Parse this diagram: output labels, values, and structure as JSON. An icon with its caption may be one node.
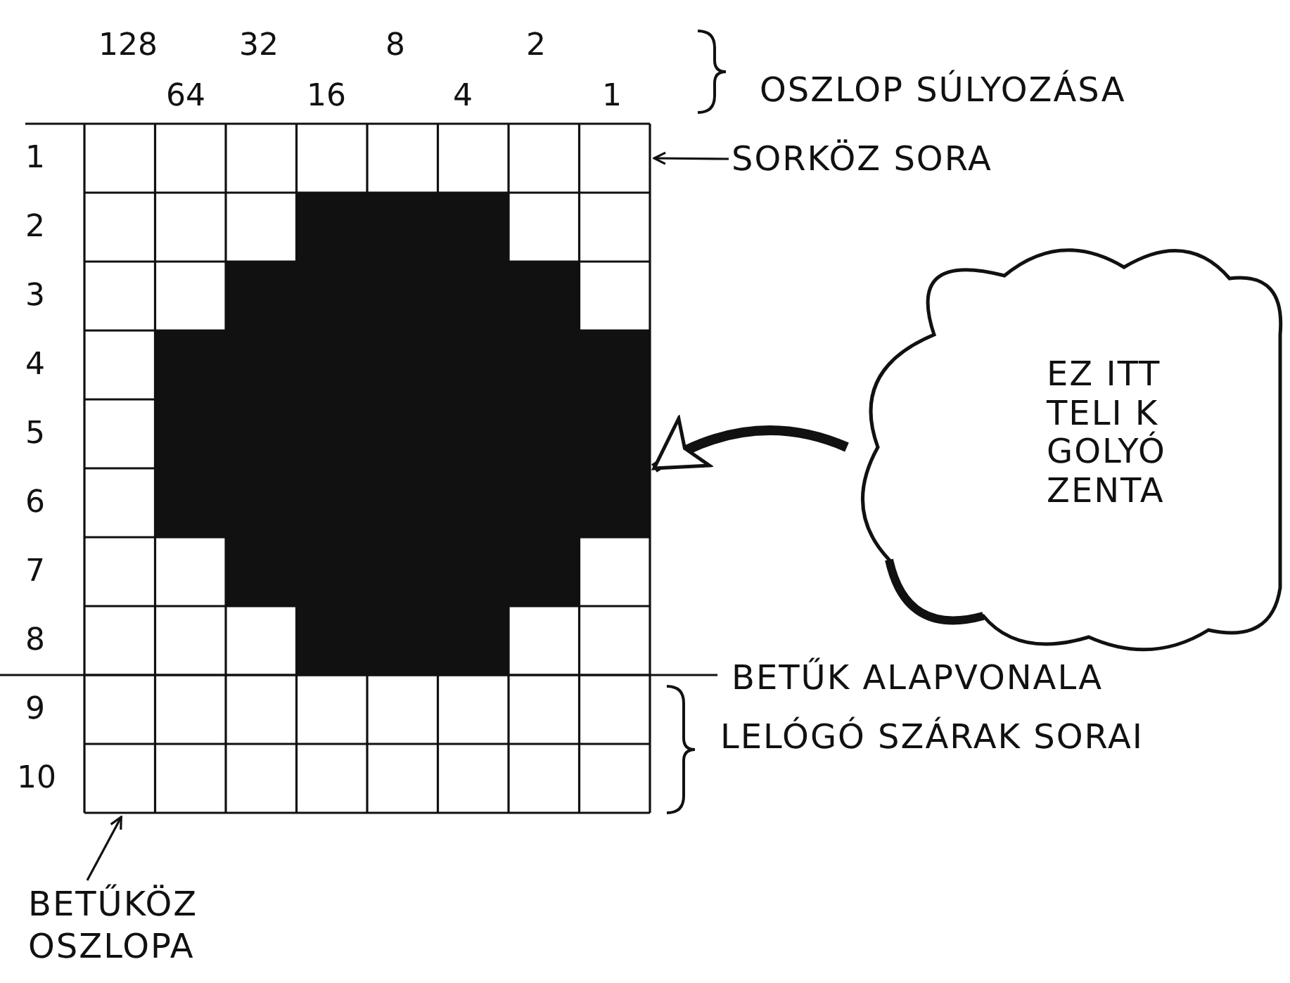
{
  "diagram": {
    "nodes": [
      {
        "text": [
          "EZ ITT TELI K GOLYÓ ZENTA"
        ]
      },
      {
        "text": [],
        "shape": "grid"
      },
      {
        "text": [
          "SORKÖZ SORA"
        ]
      },
      {
        "text": [
          "BETŰKÖZ OSZLOPA"
        ]
      }
    ],
    "edges": [
      {
        "from": 0,
        "to": 1,
        "arrow": "to",
        "style": "thick"
      },
      {
        "from": 2,
        "to": 1,
        "arrow": "to"
      },
      {
        "from": 3,
        "to": 1,
        "arrow": "to"
      }
    ],
    "labels": [
      "128",
      "32",
      "8",
      "2",
      "64",
      "16",
      "4",
      "1",
      "OSZLOP SÚLYOZÁSA",
      "1",
      "2",
      "3",
      "4",
      "5",
      "6",
      "7",
      "8",
      "BETŰK ALAPVONALA",
      "9",
      "LELÓGÓ SZÁRAK SORAI",
      "10"
    ]
  }
}
